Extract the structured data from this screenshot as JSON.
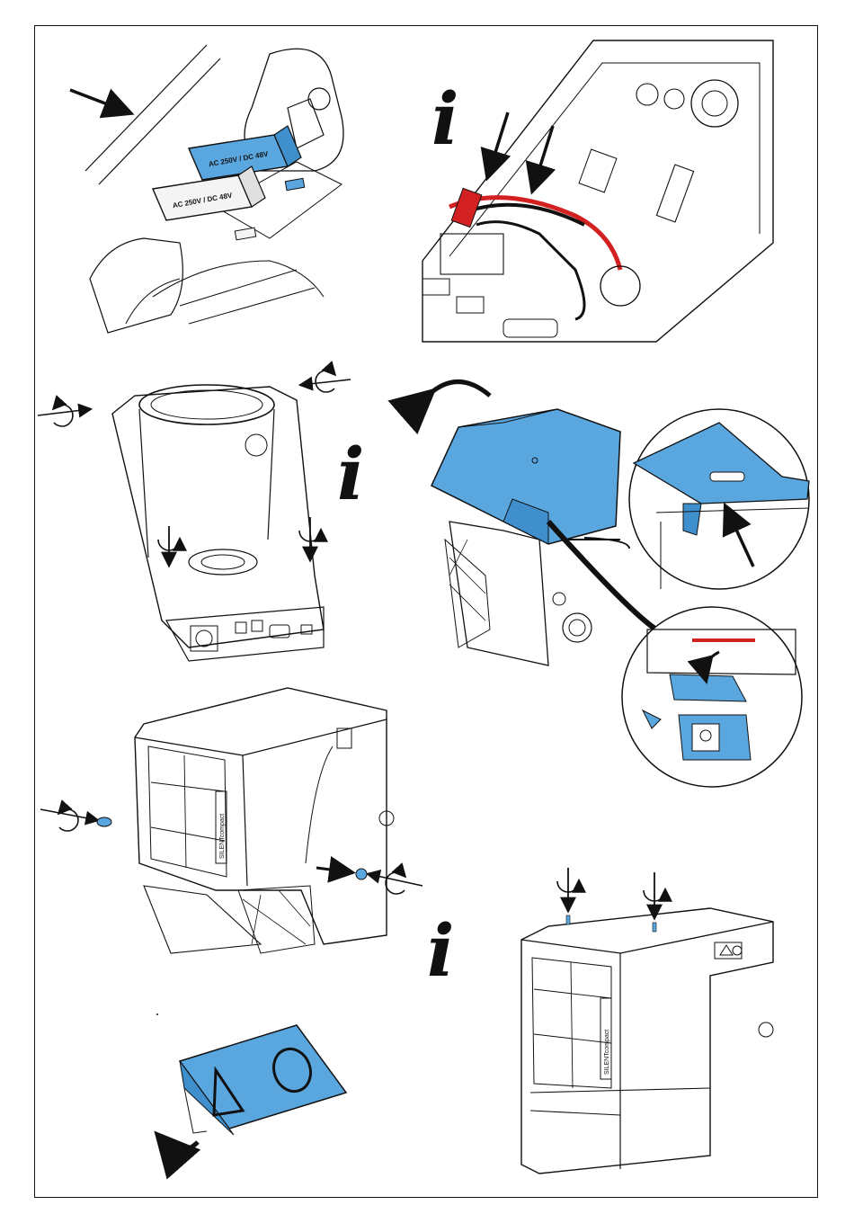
{
  "document": {
    "type": "assembly-instructions",
    "accent_color": "#5aa7e0",
    "line_color": "#111111"
  },
  "labels": {
    "capacitor_blue": "AC 250V / DC 48V",
    "capacitor_white": "AC 250V / DC 48V",
    "brand_vertical_1": "SILENTcompact",
    "brand_vertical_2": "SILENTcompact",
    "info_glyph": "i"
  },
  "icons": [
    "arrow-icon",
    "rotate-screw-icon",
    "info-icon",
    "warning-triangle-icon",
    "ring-icon"
  ]
}
